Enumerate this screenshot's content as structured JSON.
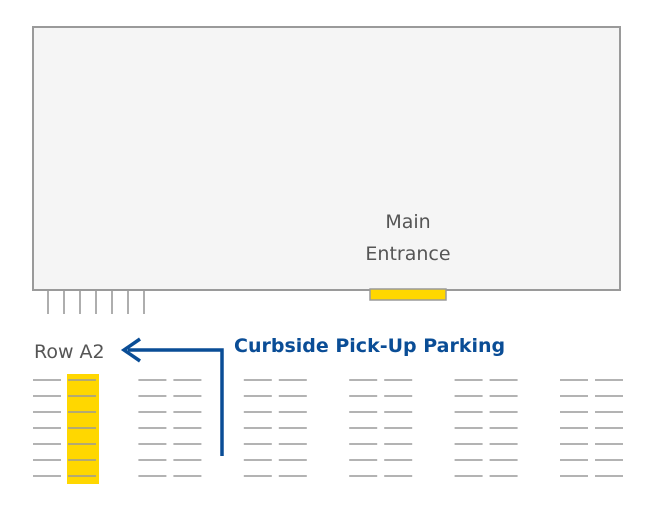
{
  "map": {
    "building": {
      "entrance_label_line1": "Main",
      "entrance_label_line2": "Entrance"
    },
    "row_label": "Row A2",
    "callout_label": "Curbside Pick-Up Parking",
    "parking_blocks": 6,
    "stalls_per_column": 7,
    "highlighted_block": 1,
    "highlighted_column": "right",
    "colors": {
      "outline": "#9a9a9a",
      "building_fill": "#f5f5f5",
      "highlight": "#ffd700",
      "accent": "#0a4d96",
      "label": "#555555"
    }
  }
}
